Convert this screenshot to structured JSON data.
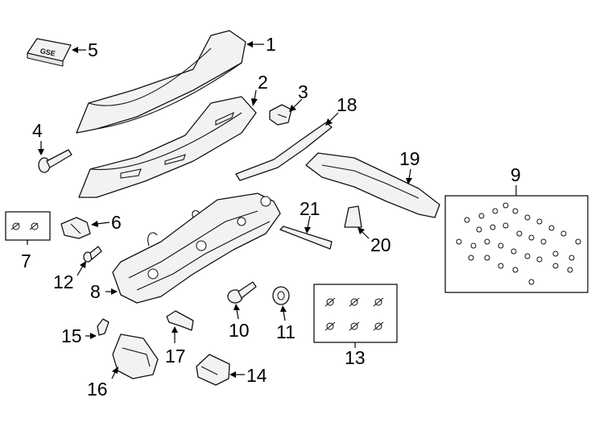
{
  "callouts": [
    "1",
    "2",
    "3",
    "4",
    "5",
    "6",
    "7",
    "8",
    "9",
    "10",
    "11",
    "12",
    "13",
    "14",
    "15",
    "16",
    "17",
    "18",
    "19",
    "20",
    "21"
  ],
  "emblem_text": "GSE",
  "colors": {
    "line": "#111111",
    "fill": "#f2f2f2",
    "background": "#ffffff"
  }
}
